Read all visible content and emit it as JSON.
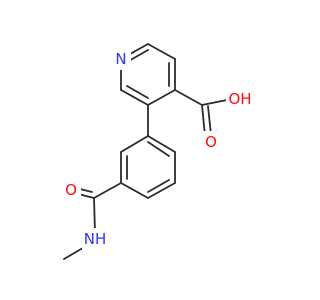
{
  "molecule": {
    "atoms": [
      {
        "label": "N",
        "color": "#3333ff"
      },
      {
        "label": "OH",
        "color": "#ff0d0d"
      },
      {
        "label": "O",
        "color": "#ff0d0d"
      },
      {
        "label": "O",
        "color": "#ff0d0d"
      },
      {
        "label": "NH",
        "color": "#3333ff"
      }
    ],
    "bond_color": "#2b2b2b",
    "background": "#ffffff"
  }
}
